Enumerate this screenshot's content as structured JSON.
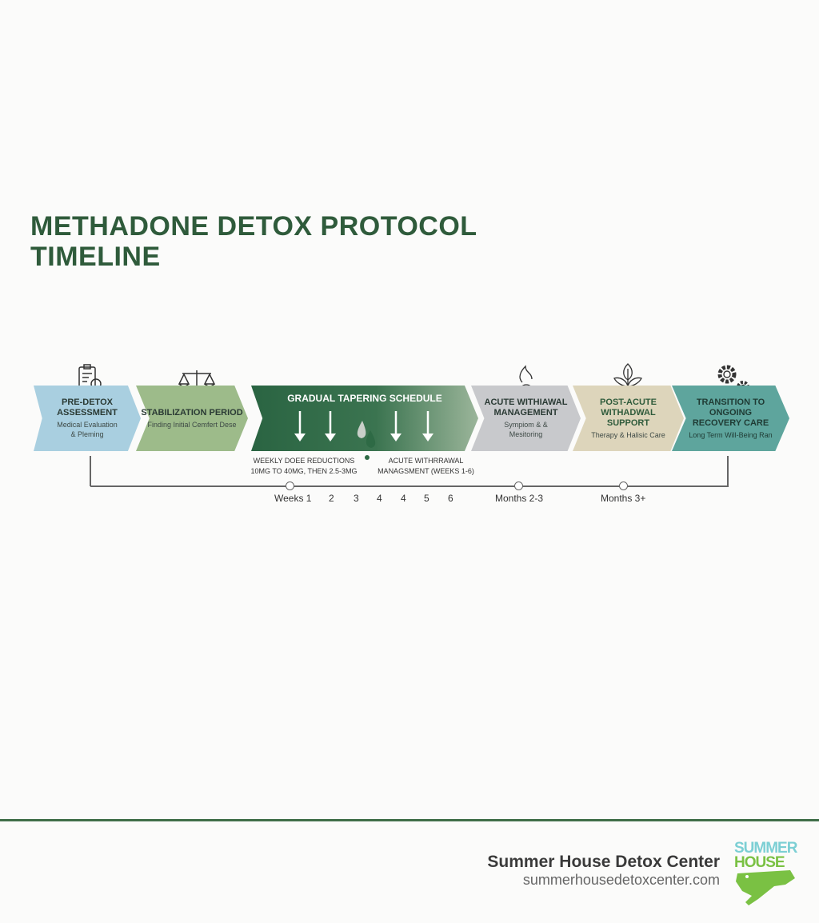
{
  "title": {
    "line1": "METHADONE DETOX PROTOCOL",
    "line2": "TIMELINE"
  },
  "stages": [
    {
      "title": "PRE-DETOX ASSESSMENT",
      "subtitle": "Medical Evaluation & Pleming",
      "icon": "clipboard-search-icon",
      "color": "#a9cfe0"
    },
    {
      "title": "STABILIZATION PERIOD",
      "subtitle": "Finding Initial Cemfert Dese",
      "icon": "scales-icon",
      "color": "#9dbb8a"
    },
    {
      "title": "GRADUAL TAPERING SCHEDULE",
      "icon": "down-arrows-droplet-icon",
      "color": "#2e6a45"
    },
    {
      "title": "ACUTE WITHIAWAL MANAGEMENT",
      "subtitle": "Sympiom & & Mesitoring",
      "icon": "flame-plus-icon",
      "color": "#c8c9cc"
    },
    {
      "title": "POST-ACUTE WITHADWAL SUPPORT",
      "subtitle": "Therapy & Halisic Care",
      "icon": "leaf-icon",
      "color": "#ddd5bb"
    },
    {
      "title": "TRANSITION TO ONGOING RECOVERY CARE",
      "subtitle": "Long Term Will-Being Ran",
      "icon": "gears-icon",
      "color": "#5ea59d"
    }
  ],
  "notes": {
    "dose": "WEEKLY DOEE REDUCTIONS\n10MG TO 40MG, THEN 2.5-3MG",
    "acute": "ACUTE WITHRRAWAL\nMANAGSMENT (WEEKS 1-6)"
  },
  "timeline": [
    "Weeks 1",
    "2",
    "3",
    "4",
    "4",
    "5",
    "6",
    "Months 2-3",
    "Months 3+"
  ],
  "footer": {
    "name": "Summer House Detox Center",
    "url": "summerhousedetoxcenter.com",
    "logo_text": "SUMMER HOUSE",
    "accent": "#3f6e48"
  }
}
